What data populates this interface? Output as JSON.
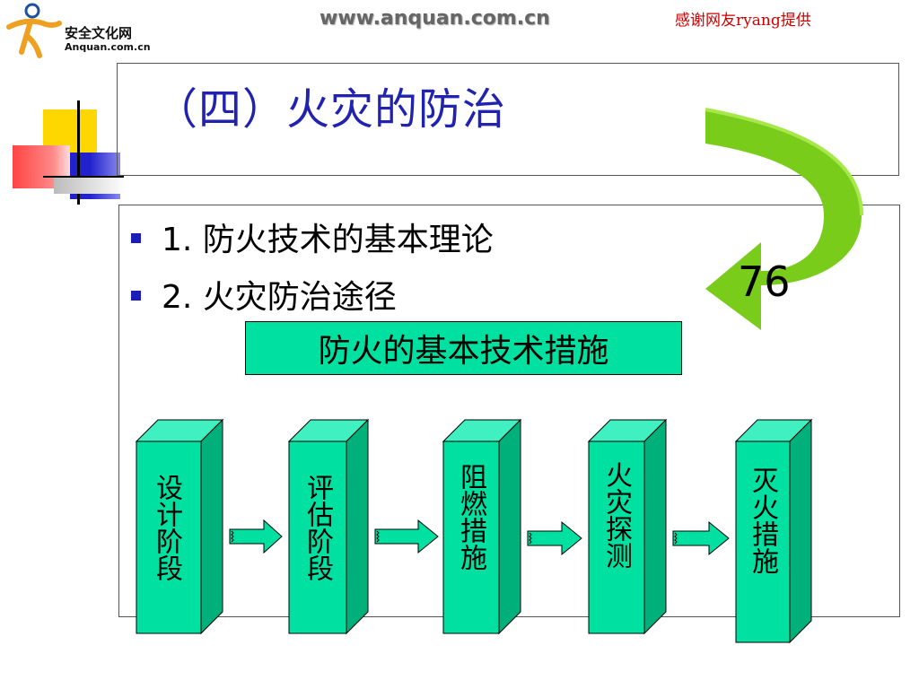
{
  "header": {
    "logo_cn": "安全文化网",
    "logo_en": "Anquan.com.cn",
    "site_url": "www.anquan.com.cn",
    "credit": "感谢网友ryang提供"
  },
  "title": "（四）火灾的防治",
  "bullets": [
    {
      "label": "1. 防火技术的基本理论"
    },
    {
      "label": "2. 火灾防治途径"
    }
  ],
  "tech_box": "防火的基本技术措施",
  "page_number": "76",
  "stages": [
    {
      "label": "设计阶段"
    },
    {
      "label": "评估阶段"
    },
    {
      "label": "阻燃措施"
    },
    {
      "label": "火灾探测"
    },
    {
      "label": "灭火措施"
    }
  ],
  "colors": {
    "title": "#2222b0",
    "block_front": "#00e0a0",
    "block_side": "#00b07a",
    "block_top": "#40f0c0",
    "arrow_green": "#7acc1a",
    "bullet": "#1c1cb8",
    "credit": "#cc0000"
  }
}
